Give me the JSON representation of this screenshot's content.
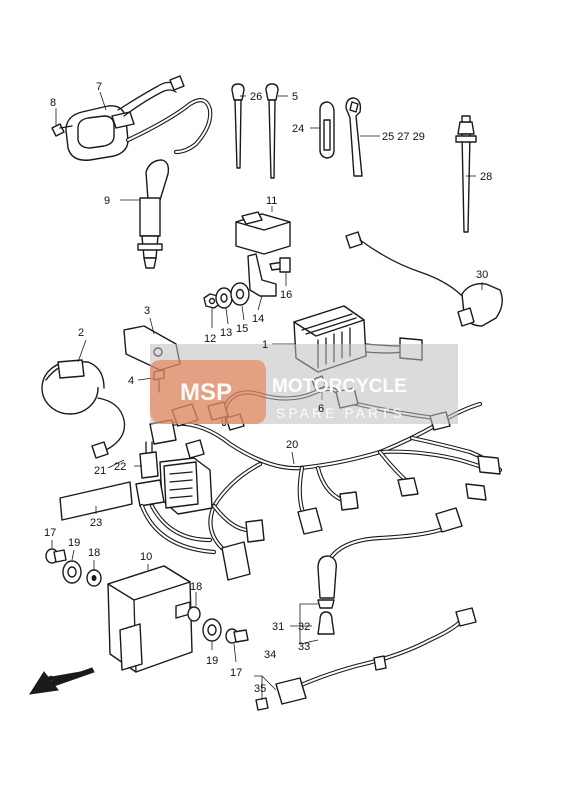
{
  "callouts": {
    "c1": "1",
    "c2": "2",
    "c3": "3",
    "c4": "4",
    "c5": "5",
    "c6": "6",
    "c7": "7",
    "c8": "8",
    "c9": "9",
    "c10": "10",
    "c11": "11",
    "c12": "12",
    "c13": "13",
    "c14": "14",
    "c15": "15",
    "c16": "16",
    "c17a": "17",
    "c17b": "17",
    "c18a": "18",
    "c18b": "18",
    "c19a": "19",
    "c19b": "19",
    "c20": "20",
    "c21": "21",
    "c22": "22",
    "c23": "23",
    "c24": "24",
    "c25": "25 27 29",
    "c26": "26",
    "c28": "28",
    "c30": "30",
    "c31": "31",
    "c32": "32",
    "c33": "33",
    "c34": "34",
    "c35": "35"
  },
  "watermark": {
    "logo": "MSP",
    "title": "MOTORCYCLE",
    "subtitle": "SPARE PARTS",
    "colors": {
      "logo": "#e9703b",
      "band": "#bdbdbd"
    }
  },
  "icons": {
    "direction": "arrow-down-left-icon"
  }
}
